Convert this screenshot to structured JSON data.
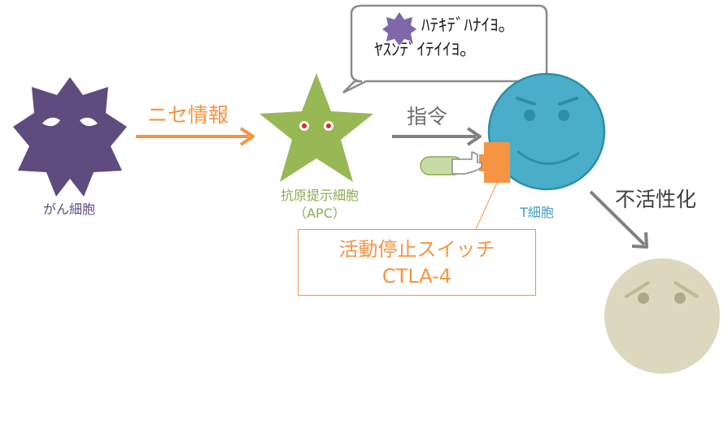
{
  "nodes": {
    "cancer_cell": "がん細胞",
    "apc": "抗原提示細胞",
    "apc_abbrev": "（APC）",
    "t_cell": "T細胞"
  },
  "arrows": {
    "fake_info": "ニセ情報",
    "command": "指令",
    "inactivation": "不活性化"
  },
  "speech_bubble": {
    "line1": "ﾊﾃｷﾃﾞﾊﾅｲﾖ。",
    "line2": "ﾔｽﾝﾃﾞｲﾃｲｲﾖ。"
  },
  "switch_box": {
    "title": "活動停止スイッチ",
    "name": "CTLA-4"
  },
  "colors": {
    "cancer": "#5e4c7f",
    "apc": "#97b855",
    "t_cell": "#4aaec9",
    "inactive_cell": "#ddd8bd",
    "signal_arrow": "#f59442",
    "command_arrow": "#808080"
  }
}
